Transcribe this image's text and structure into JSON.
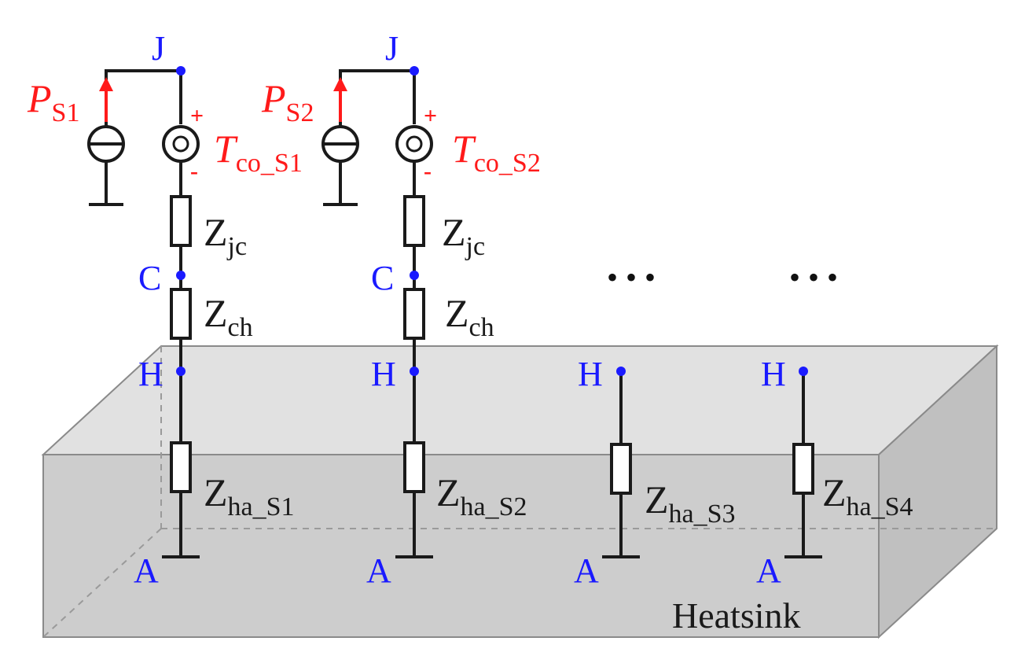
{
  "colors": {
    "wire": "#1a1a1a",
    "node": "#1a1aff",
    "source": "#ff1a1a",
    "box_front": "#cdcdcd",
    "box_top": "#e1e1e1",
    "box_side": "#c0c0c0"
  },
  "ellipsis": "• • •",
  "heatsink_label": "Heatsink",
  "sections": [
    {
      "id": "s1",
      "node_j": "J",
      "node_c": "C",
      "node_h": "H",
      "node_a": "A",
      "power": {
        "main": "P",
        "sub": "S1"
      },
      "temp": {
        "main": "T",
        "sub": "co_S1"
      },
      "plus": "+",
      "minus": "-",
      "zjc": {
        "main": "Z",
        "sub": "jc"
      },
      "zch": {
        "main": "Z",
        "sub": "ch"
      },
      "zha": {
        "main": "Z",
        "sub": "ha_S1"
      }
    },
    {
      "id": "s2",
      "node_j": "J",
      "node_c": "C",
      "node_h": "H",
      "node_a": "A",
      "power": {
        "main": "P",
        "sub": "S2"
      },
      "temp": {
        "main": "T",
        "sub": "co_S2"
      },
      "plus": "+",
      "minus": "-",
      "zjc": {
        "main": "Z",
        "sub": "jc"
      },
      "zch": {
        "main": "Z",
        "sub": "ch"
      },
      "zha": {
        "main": "Z",
        "sub": "ha_S2"
      }
    },
    {
      "id": "s3",
      "node_h": "H",
      "node_a": "A",
      "zha": {
        "main": "Z",
        "sub": "ha_S3"
      }
    },
    {
      "id": "s4",
      "node_h": "H",
      "node_a": "A",
      "zha": {
        "main": "Z",
        "sub": "ha_S4"
      }
    }
  ]
}
